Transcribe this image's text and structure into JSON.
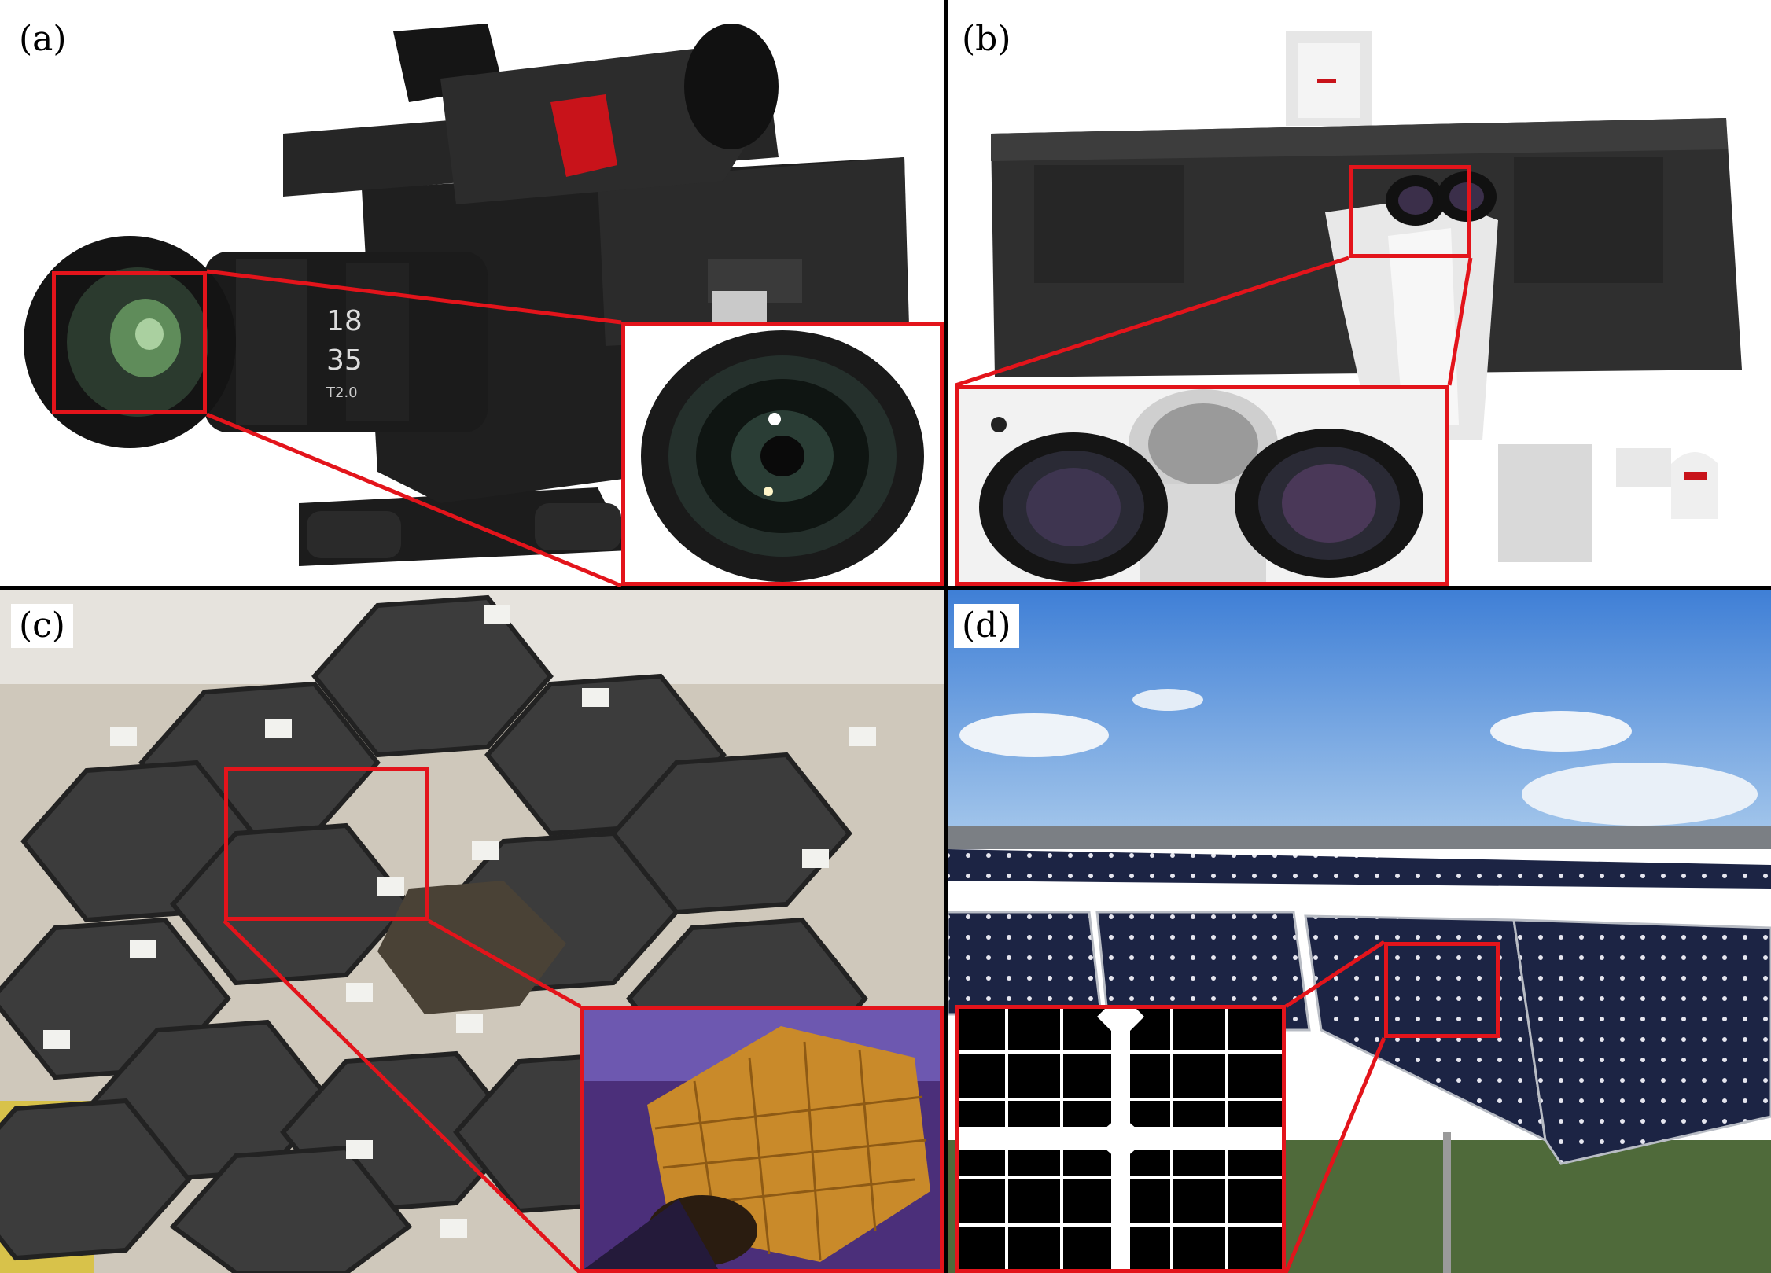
{
  "figure": {
    "panels": [
      {
        "id": "a",
        "label": "(a)",
        "subject": "cinema camera with lens detail inset"
      },
      {
        "id": "b",
        "label": "(b)",
        "subject": "microscope with eyepiece detail inset"
      },
      {
        "id": "c",
        "label": "(c)",
        "subject": "segmented hexagonal mirror with segment detail inset"
      },
      {
        "id": "d",
        "label": "(d)",
        "subject": "solar panel array with cell detail inset"
      }
    ],
    "colors": {
      "highlight": "#e3141b",
      "divider": "#000000",
      "background": "#ffffff"
    }
  }
}
